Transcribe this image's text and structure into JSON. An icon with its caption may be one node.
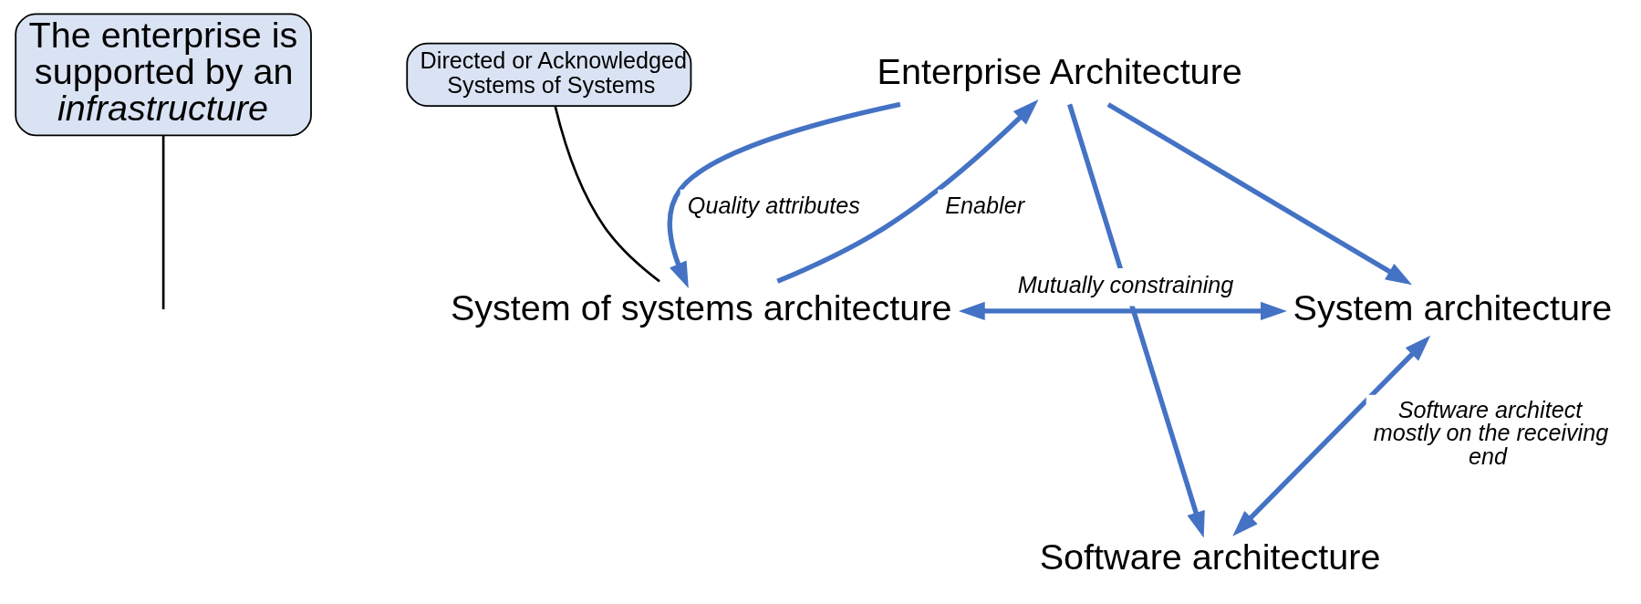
{
  "diagram": {
    "nodes": [
      {
        "text": [
          "The enterprise is supported by an *infrastructure*"
        ]
      },
      {
        "text": [
          "Enterprise Architecture"
        ]
      },
      {
        "text": [
          "System of systems architecture"
        ]
      },
      {
        "text": [
          "Directed or Acknowledged Systems of Systems"
        ]
      },
      {
        "text": [
          "System architecture"
        ]
      },
      {
        "text": [
          "Software architecture"
        ]
      }
    ],
    "edges": [
      {
        "from": 0,
        "to": null,
        "arrow": "none",
        "color": "#000000"
      },
      {
        "from": 2,
        "to": 1,
        "arrow": "to",
        "label": "Enabler"
      },
      {
        "from": 1,
        "to": 2,
        "arrow": "to",
        "label": "Quality attributes"
      },
      {
        "from": 1,
        "to": 4,
        "arrow": "to"
      },
      {
        "from": 1,
        "to": 5,
        "arrow": "to"
      },
      {
        "from": 2,
        "to": 4,
        "arrow": "both",
        "label": "Mutually constraining"
      },
      {
        "from": 4,
        "to": 5,
        "arrow": "both",
        "label": "Software architect mostly on the receiving end"
      },
      {
        "from": 3,
        "to": 2,
        "arrow": "none",
        "color": "#000000"
      }
    ]
  }
}
